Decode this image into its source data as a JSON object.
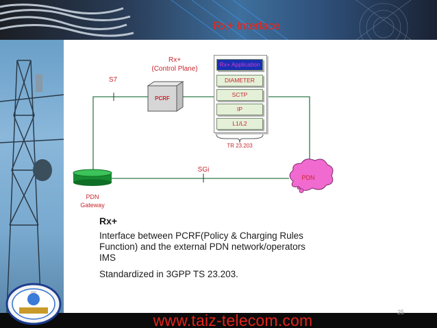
{
  "slide": {
    "title": "Rx+ Interface",
    "page_number": "25",
    "footer_url": "www.taiz-telecom.com"
  },
  "diagram": {
    "rx_label": "Rx+",
    "rx_sublabel": "(Control Plane)",
    "s7_label": "S7",
    "pcrf_label": "PCRF",
    "stack": [
      "Rx+ Application",
      "DIAMETER",
      "SCTP",
      "IP",
      "L1/L2"
    ],
    "stack_ref": "TR 23.203",
    "sgi_label": "SGi",
    "pdn_cloud_label": "PDN",
    "gateway_label_line1": "PDN",
    "gateway_label_line2": "Gateway"
  },
  "body": {
    "heading": "Rx+",
    "paragraph1_line1": "Interface between PCRF(Policy & Charging Rules",
    "paragraph1_line2": "Function) and the external PDN network/operators",
    "paragraph1_line3": "IMS",
    "paragraph2": "Standardized in 3GPP TS 23.203."
  },
  "colors": {
    "accent_red": "#c8262c",
    "title_red": "#e8261c",
    "line_green": "#2f7a4a",
    "gateway_green": "#1f8f3a",
    "pdn_cloud": "#f16ad0",
    "stack_fill": "#e4f0d8",
    "rx_app_fill": "#1a2fb3"
  }
}
